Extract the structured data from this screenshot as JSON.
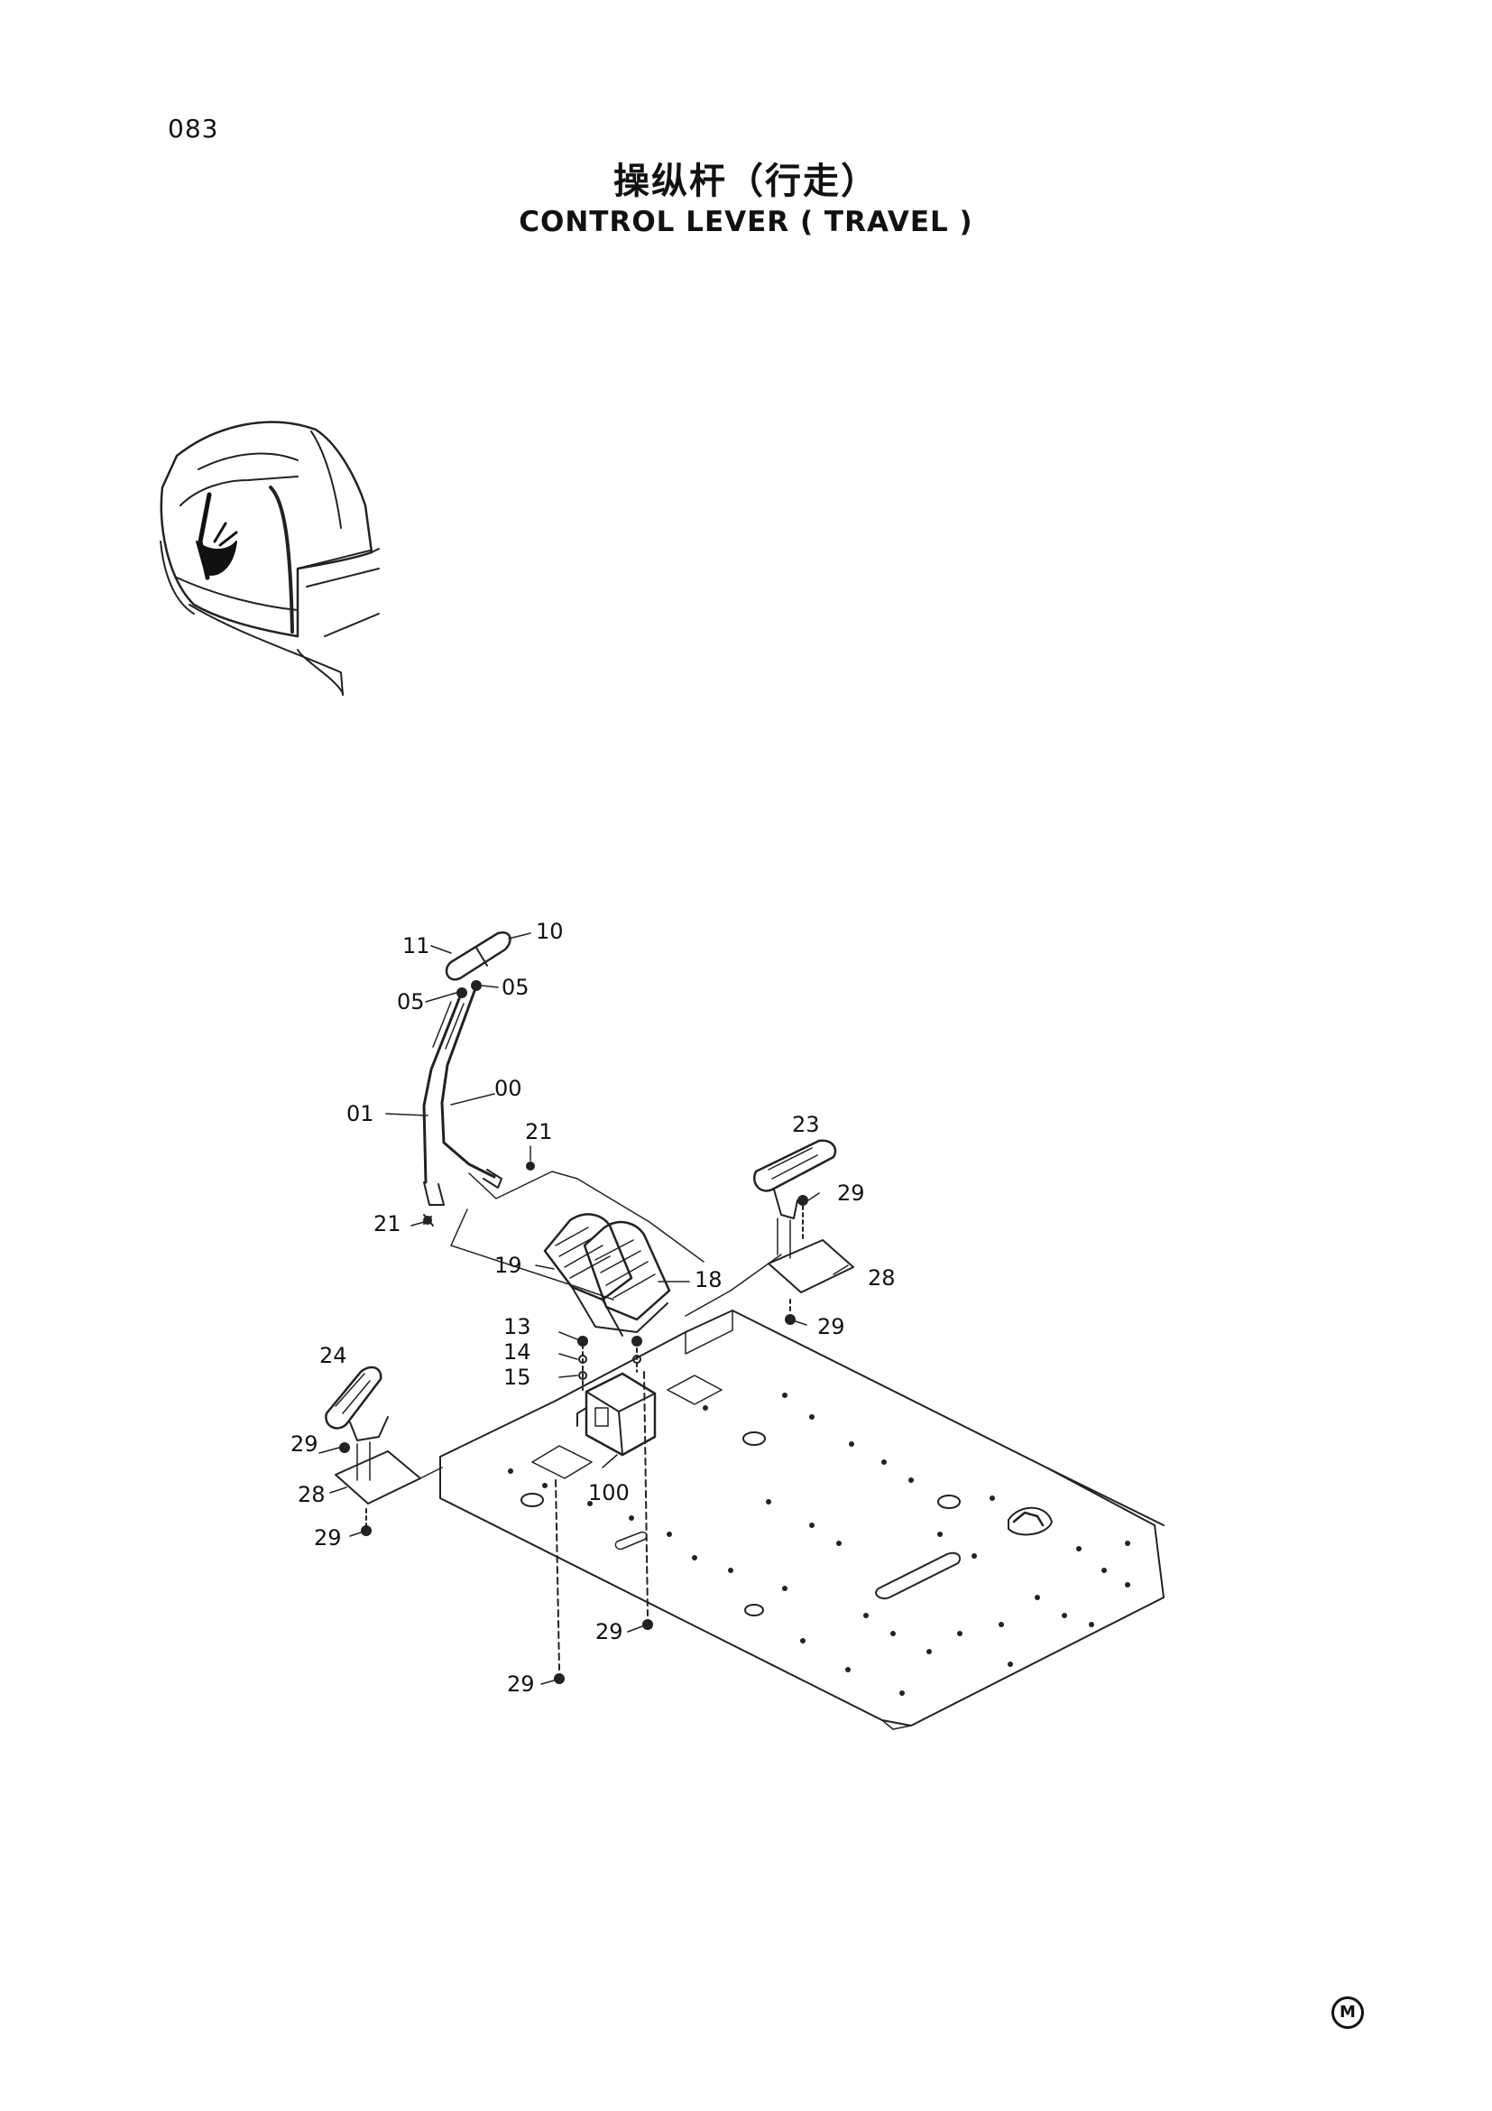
{
  "page": {
    "number": "083",
    "title_cn": "操纵杆（行走）",
    "title_en": "CONTROL  LEVER ( TRAVEL )",
    "corner_mark": "M"
  },
  "callouts": {
    "c11": "11",
    "c10": "10",
    "c05a": "05",
    "c05b": "05",
    "c00": "00",
    "c01": "01",
    "c21a": "21",
    "c21b": "21",
    "c23": "23",
    "c29a": "29",
    "c28a": "28",
    "c19": "19",
    "c18": "18",
    "c29b": "29",
    "c13": "13",
    "c14": "14",
    "c15": "15",
    "c24": "24",
    "c29c": "29",
    "c28b": "28",
    "c100": "100",
    "c29d": "29",
    "c29e": "29",
    "c29f": "29"
  }
}
